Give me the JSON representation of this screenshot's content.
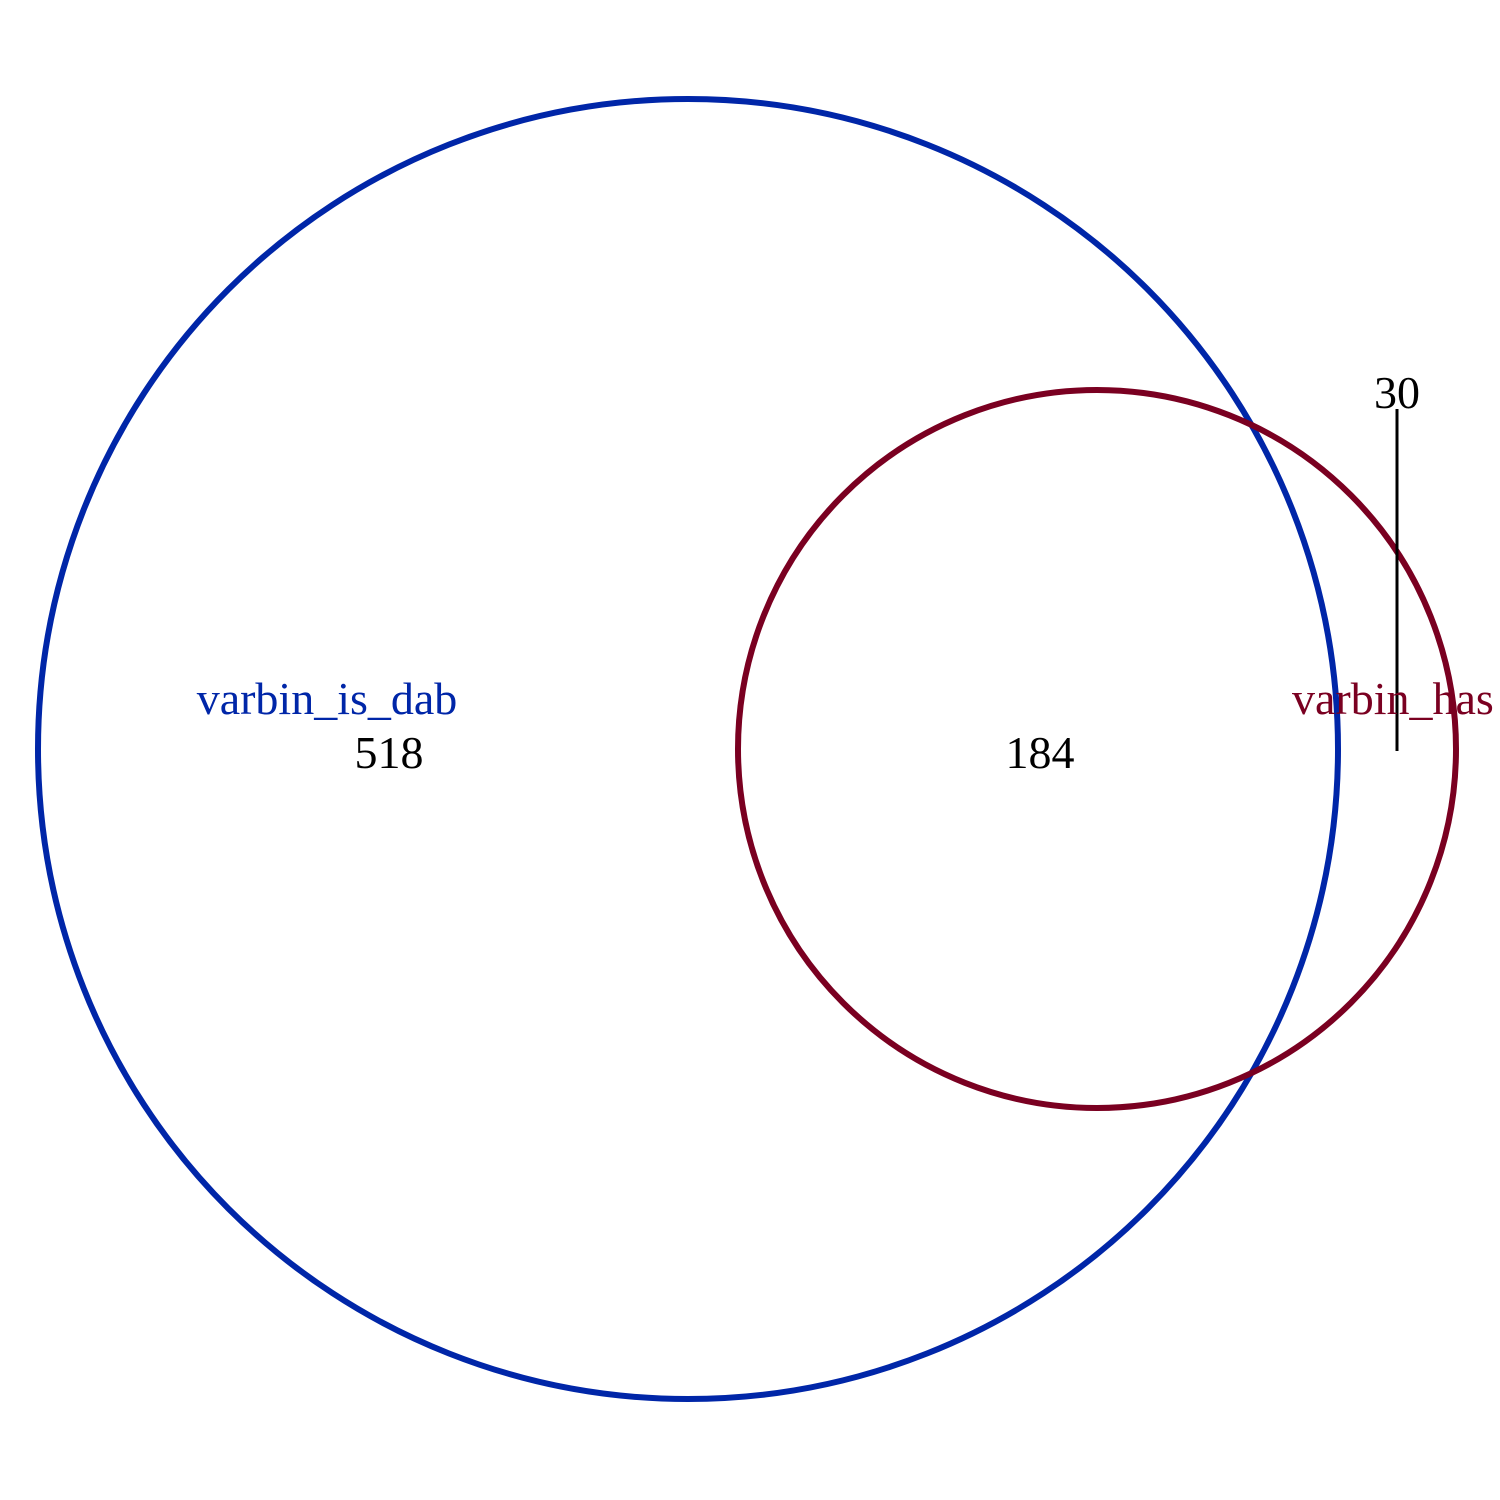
{
  "diagram": {
    "type": "venn",
    "sets": [
      {
        "label": "varbin_is_dab",
        "color": "#0026A8"
      },
      {
        "label": "varbin_has",
        "color": "#7A0021"
      }
    ],
    "regions": {
      "only_first": "518",
      "intersection": "184",
      "only_second": "30"
    },
    "number_color": "#000000"
  }
}
